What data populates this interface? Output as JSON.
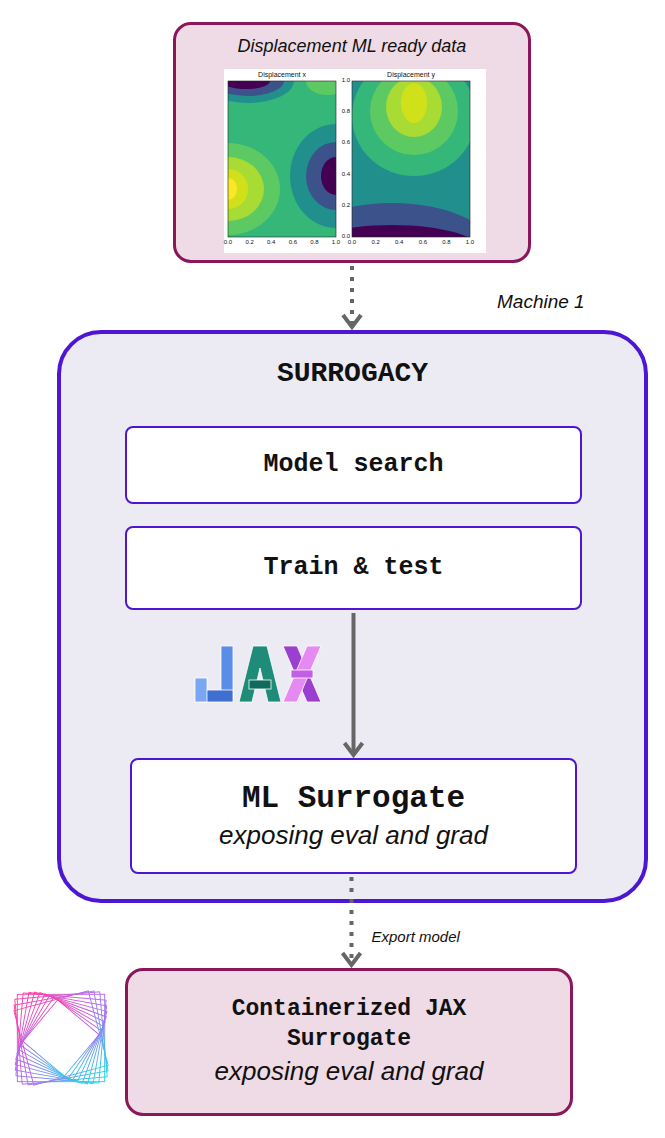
{
  "diagram": {
    "nodes": [
      {
        "text": [
          "Displacement ML ready data"
        ]
      },
      {
        "text": [
          "SURROGACY"
        ]
      },
      {
        "text": [
          "Model search"
        ],
        "in": 1
      },
      {
        "text": [
          "Train & test"
        ],
        "in": 1
      },
      {
        "text": [
          "ML Surrogate",
          "exposing eval and grad"
        ],
        "in": 1
      },
      {
        "text": [
          "Containerized JAX Surrogate",
          "exposing eval and grad"
        ]
      }
    ],
    "edges": [
      {
        "from": 0,
        "to": 1,
        "arrow": "to"
      },
      {
        "from": 3,
        "to": 4,
        "arrow": "to"
      },
      {
        "from": 4,
        "to": 5,
        "label": "Export model",
        "arrow": "to"
      }
    ],
    "labels": [
      "Displacement x",
      "Displacement y",
      "0.0",
      "0.2",
      "0.4",
      "0.6",
      "0.8",
      "1.0",
      "0.0",
      "0.2",
      "0.4",
      "0.6",
      "0.8",
      "1.0",
      "0.0",
      "0.2",
      "0.4",
      "0.6",
      "0.8",
      "1.0",
      "Machine 1"
    ]
  }
}
